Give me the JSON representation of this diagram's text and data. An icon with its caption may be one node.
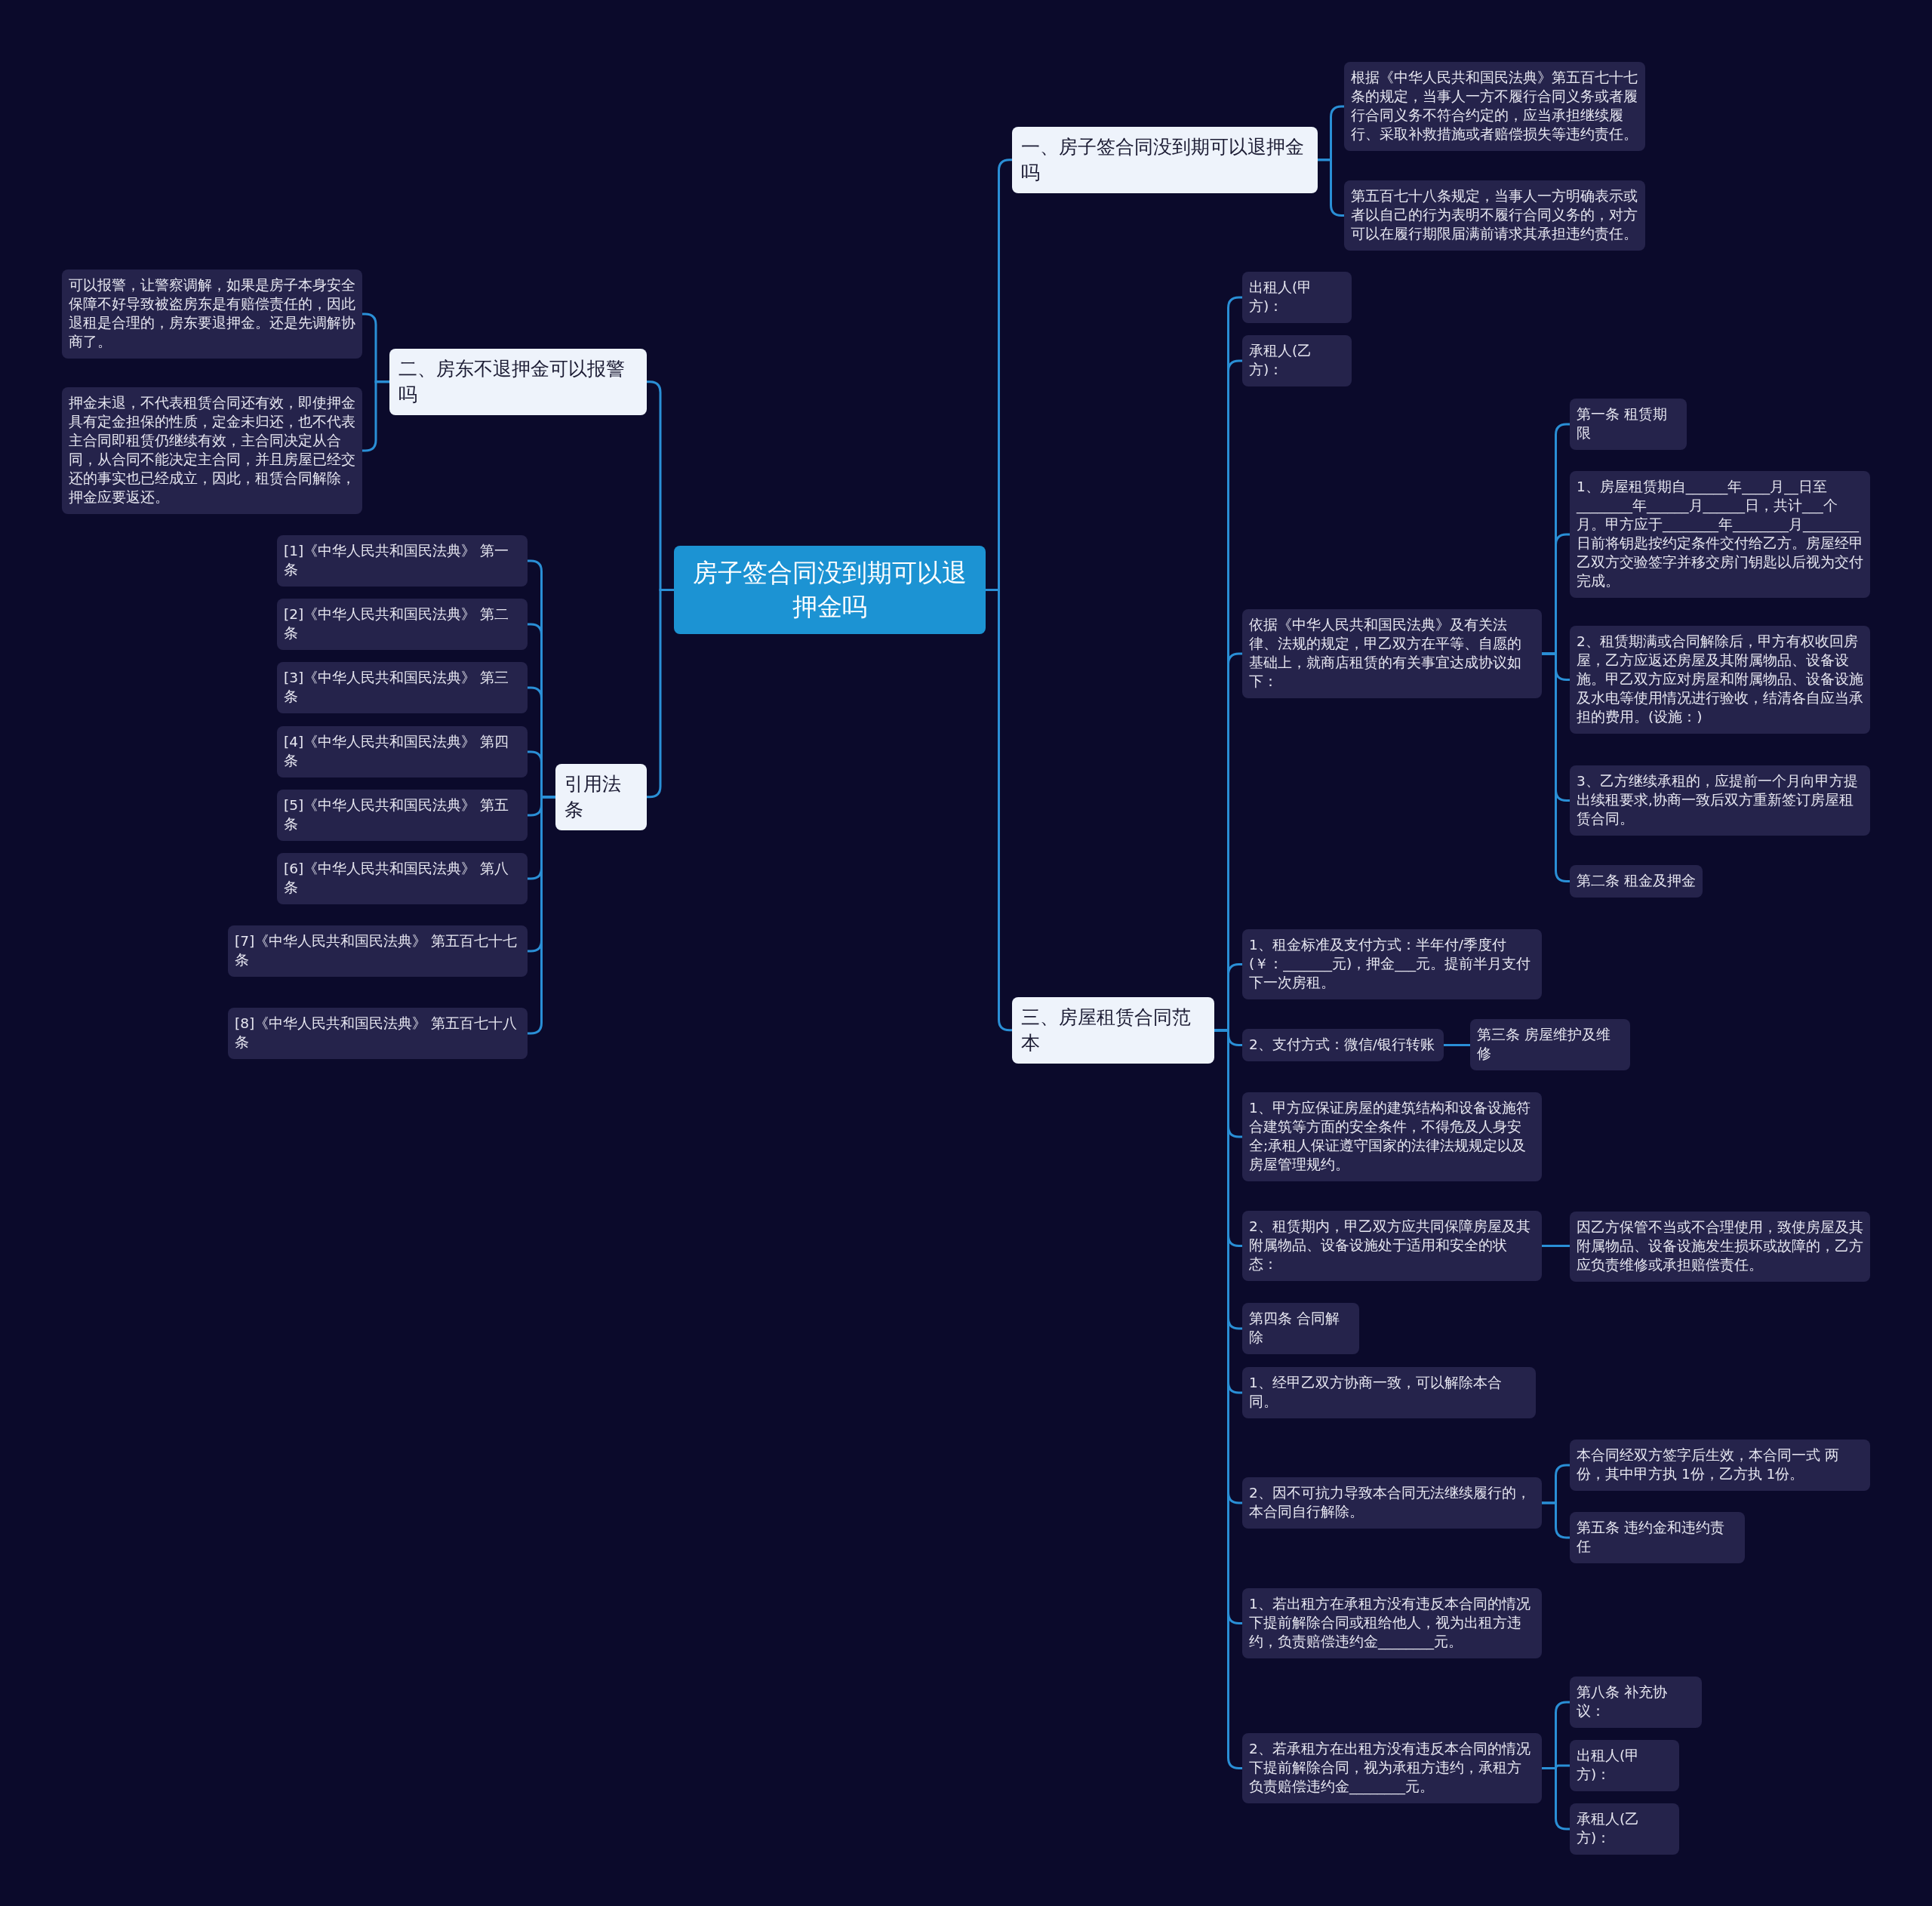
{
  "diagram": {
    "nodes": [
      {
        "text": [
          "房子签合同没到期可以退押金吗"
        ]
      },
      {
        "text": [
          "一、房子签合同没到期可以退押金吗"
        ]
      },
      {
        "text": [
          "根据《中华人民共和国民法典》第五百七十七条的规定，当事人一方不履行合同义务或者履行合同义务不符合约定的，应当承担继续履行、采取补救措施或者赔偿损失等违约责任。"
        ]
      },
      {
        "text": [
          "第五百七十八条规定，当事人一方明确表示或者以自己的行为表明不履行合同义务的，对方可以在履行期限届满前请求其承担违约责任。"
        ]
      },
      {
        "text": [
          "二、房东不退押金可以报警吗"
        ]
      },
      {
        "text": [
          "可以报警，让警察调解，如果是房子本身安全保障不好导致被盗房东是有赔偿责任的，因此退租是合理的，房东要退押金。还是先调解协商了。"
        ]
      },
      {
        "text": [
          "押金未退，不代表租赁合同还有效，即使押金具有定金担保的性质，定金未归还，也不代表主合同即租赁仍继续有效，主合同决定从合同，从合同不能决定主合同，并且房屋已经交还的事实也已经成立，因此，租赁合同解除，押金应要返还。"
        ]
      },
      {
        "text": [
          "引用法条"
        ]
      },
      {
        "text": [
          "[1]《中华人民共和国民法典》 第一条"
        ]
      },
      {
        "text": [
          "[2]《中华人民共和国民法典》 第二条"
        ]
      },
      {
        "text": [
          "[3]《中华人民共和国民法典》 第三条"
        ]
      },
      {
        "text": [
          "[4]《中华人民共和国民法典》 第四条"
        ]
      },
      {
        "text": [
          "[5]《中华人民共和国民法典》 第五条"
        ]
      },
      {
        "text": [
          "[6]《中华人民共和国民法典》 第八条"
        ]
      },
      {
        "text": [
          "[7]《中华人民共和国民法典》 第五百七十七条"
        ]
      },
      {
        "text": [
          "[8]《中华人民共和国民法典》 第五百七十八条"
        ]
      },
      {
        "text": [
          "三、房屋租赁合同范本"
        ]
      },
      {
        "text": [
          "出租人(甲方)："
        ]
      },
      {
        "text": [
          "承租人(乙方)："
        ]
      },
      {
        "text": [
          "依据《中华人民共和国民法典》及有关法律、法规的规定，甲乙双方在平等、自愿的基础上，就商店租赁的有关事宜达成协议如下："
        ]
      },
      {
        "text": [
          "第一条 租赁期限"
        ]
      },
      {
        "text": [
          "1、房屋租赁期自______年____月__日至________年______月______日，共计___个月。甲方应于________年________月________日前将钥匙按约定条件交付给乙方。房屋经甲乙双方交验签字并移交房门钥匙以后视为交付完成。"
        ]
      },
      {
        "text": [
          "2、租赁期满或合同解除后，甲方有权收回房屋，乙方应返还房屋及其附属物品、设备设施。甲乙双方应对房屋和附属物品、设备设施及水电等使用情况进行验收，结清各自应当承担的费用。(设施：)"
        ]
      },
      {
        "text": [
          "3、乙方继续承租的，应提前一个月向甲方提出续租要求,协商一致后双方重新签订房屋租赁合同。"
        ]
      },
      {
        "text": [
          "第二条 租金及押金"
        ]
      },
      {
        "text": [
          "1、租金标准及支付方式：半年付/季度付(￥：_______元)，押金___元。提前半月支付下一次房租。"
        ]
      },
      {
        "text": [
          "2、支付方式：微信/银行转账"
        ]
      },
      {
        "text": [
          "第三条 房屋维护及维修"
        ]
      },
      {
        "text": [
          "1、甲方应保证房屋的建筑结构和设备设施符合建筑等方面的安全条件，不得危及人身安全;承租人保证遵守国家的法律法规规定以及房屋管理规约。"
        ]
      },
      {
        "text": [
          "2、租赁期内，甲乙双方应共同保障房屋及其附属物品、设备设施处于适用和安全的状态："
        ]
      },
      {
        "text": [
          "因乙方保管不当或不合理使用，致使房屋及其附属物品、设备设施发生损坏或故障的，乙方应负责维修或承担赔偿责任。"
        ]
      },
      {
        "text": [
          "第四条 合同解除"
        ]
      },
      {
        "text": [
          "1、经甲乙双方协商一致，可以解除本合同。"
        ]
      },
      {
        "text": [
          "2、因不可抗力导致本合同无法继续履行的，本合同自行解除。"
        ]
      },
      {
        "text": [
          "本合同经双方签字后生效，本合同一式 两份，其中甲方执 1份，乙方执 1份。"
        ]
      },
      {
        "text": [
          "第五条 违约金和违约责任"
        ]
      },
      {
        "text": [
          "1、若出租方在承租方没有违反本合同的情况下提前解除合同或租给他人，视为出租方违约，负责赔偿违约金________元。"
        ]
      },
      {
        "text": [
          "2、若承租方在出租方没有违反本合同的情况下提前解除合同，视为承租方违约，承租方负责赔偿违约金________元。"
        ]
      },
      {
        "text": [
          "第八条 补充协议："
        ]
      },
      {
        "text": [
          "出租人(甲方)："
        ]
      },
      {
        "text": [
          "承租人(乙方)："
        ]
      }
    ],
    "edges": [
      {
        "from": 0,
        "to": 1,
        "arrow": "none"
      },
      {
        "from": 1,
        "to": 2,
        "arrow": "none"
      },
      {
        "from": 1,
        "to": 3,
        "arrow": "none"
      },
      {
        "from": 0,
        "to": 4,
        "arrow": "none"
      },
      {
        "from": 4,
        "to": 5,
        "arrow": "none"
      },
      {
        "from": 4,
        "to": 6,
        "arrow": "none"
      },
      {
        "from": 0,
        "to": 7,
        "arrow": "none"
      },
      {
        "from": 7,
        "to": 8,
        "arrow": "none"
      },
      {
        "from": 7,
        "to": 9,
        "arrow": "none"
      },
      {
        "from": 7,
        "to": 10,
        "arrow": "none"
      },
      {
        "from": 7,
        "to": 11,
        "arrow": "none"
      },
      {
        "from": 7,
        "to": 12,
        "arrow": "none"
      },
      {
        "from": 7,
        "to": 13,
        "arrow": "none"
      },
      {
        "from": 7,
        "to": 14,
        "arrow": "none"
      },
      {
        "from": 7,
        "to": 15,
        "arrow": "none"
      },
      {
        "from": 0,
        "to": 16,
        "arrow": "none"
      },
      {
        "from": 16,
        "to": 17,
        "arrow": "none"
      },
      {
        "from": 16,
        "to": 18,
        "arrow": "none"
      },
      {
        "from": 16,
        "to": 19,
        "arrow": "none"
      },
      {
        "from": 19,
        "to": 20,
        "arrow": "none"
      },
      {
        "from": 19,
        "to": 21,
        "arrow": "none"
      },
      {
        "from": 19,
        "to": 22,
        "arrow": "none"
      },
      {
        "from": 19,
        "to": 23,
        "arrow": "none"
      },
      {
        "from": 19,
        "to": 24,
        "arrow": "none"
      },
      {
        "from": 16,
        "to": 25,
        "arrow": "none"
      },
      {
        "from": 16,
        "to": 26,
        "arrow": "none"
      },
      {
        "from": 26,
        "to": 27,
        "arrow": "none"
      },
      {
        "from": 16,
        "to": 28,
        "arrow": "none"
      },
      {
        "from": 16,
        "to": 29,
        "arrow": "none"
      },
      {
        "from": 29,
        "to": 30,
        "arrow": "none"
      },
      {
        "from": 16,
        "to": 31,
        "arrow": "none"
      },
      {
        "from": 16,
        "to": 32,
        "arrow": "none"
      },
      {
        "from": 16,
        "to": 33,
        "arrow": "none"
      },
      {
        "from": 33,
        "to": 34,
        "arrow": "none"
      },
      {
        "from": 33,
        "to": 35,
        "arrow": "none"
      },
      {
        "from": 16,
        "to": 36,
        "arrow": "none"
      },
      {
        "from": 16,
        "to": 37,
        "arrow": "none"
      },
      {
        "from": 37,
        "to": 38,
        "arrow": "none"
      },
      {
        "from": 37,
        "to": 39,
        "arrow": "none"
      },
      {
        "from": 37,
        "to": 40,
        "arrow": "none"
      }
    ]
  }
}
